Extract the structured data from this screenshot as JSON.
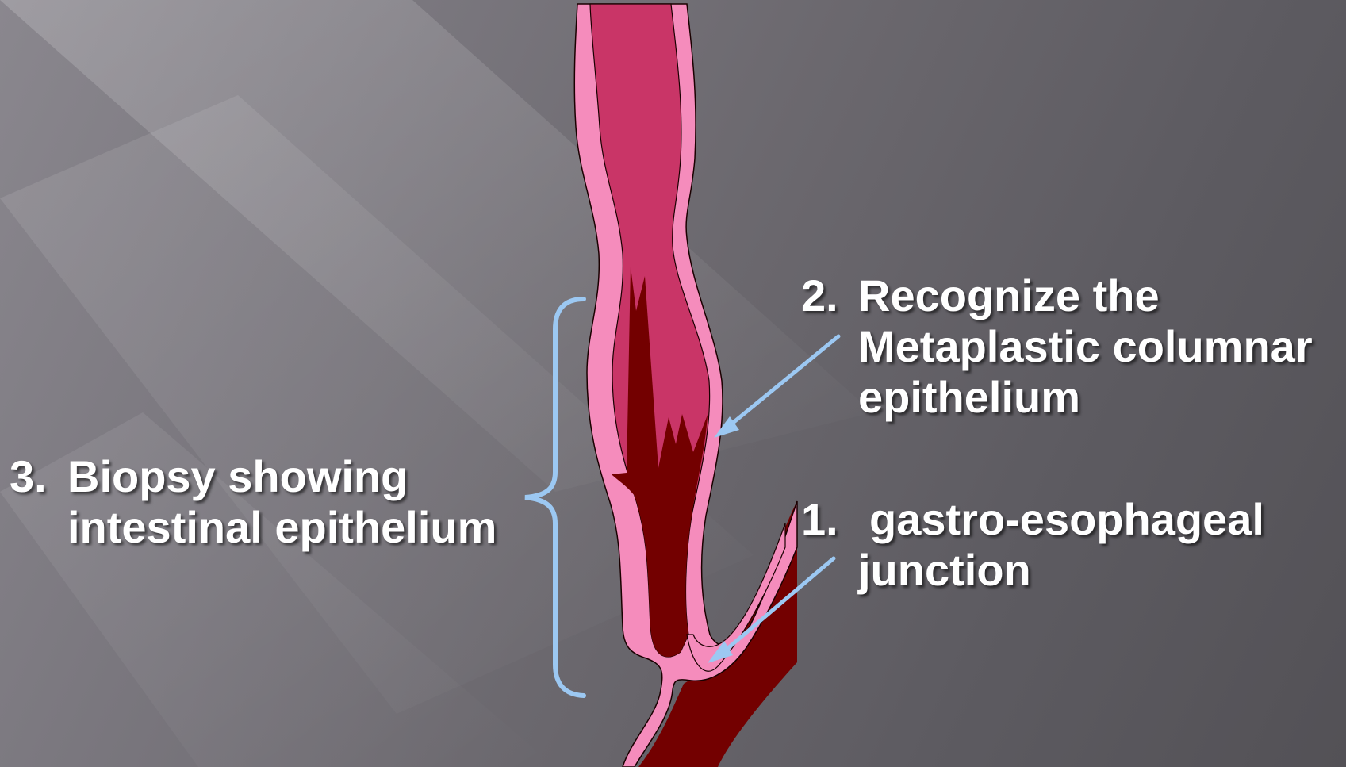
{
  "labels": {
    "item2": {
      "number": "2.",
      "lines": [
        "Recognize the",
        "Metaplastic columnar",
        "epithelium"
      ]
    },
    "item1": {
      "number": "1.",
      "lines": [
        "gastro-esophageal",
        "junction"
      ]
    },
    "item3": {
      "number": "3.",
      "lines": [
        "Biopsy showing",
        "intestinal epithelium"
      ]
    }
  },
  "colors": {
    "mucosa_pink": "#f58cbc",
    "squamous_lumen": "#c93567",
    "columnar_dark": "#730000",
    "arrow_blue": "#9cc8f2",
    "text": "#ffffff"
  }
}
